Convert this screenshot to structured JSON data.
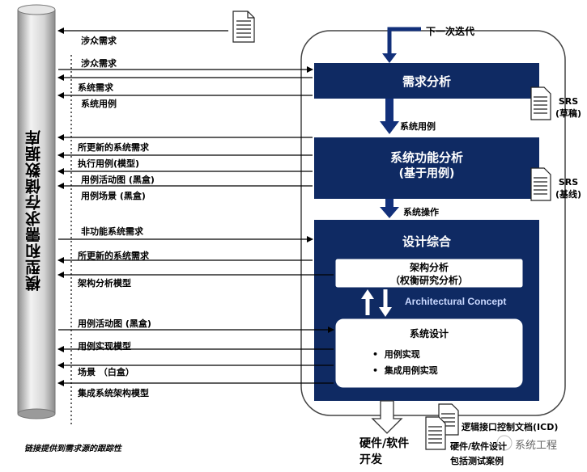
{
  "database": {
    "title": "模型和需求存储数据库"
  },
  "top_doc_label": "涉众需求",
  "iteration_label": "下一次迭代",
  "left_labels": [
    "涉众需求",
    "系统需求",
    "系统用例",
    "所更新的系统需求",
    "执行用例(模型)",
    "用例活动图 (黑盒)",
    "用例场景 (黑盒)",
    "非功能系统需求",
    "所更新的系统需求",
    "架构分析模型",
    "用例活动图 (黑盒)",
    "用例实现模型",
    "场景 （白盒）",
    "集成系统架构模型"
  ],
  "boxes": {
    "req_analysis": "需求分析",
    "sys_func_line1": "系统功能分析",
    "sys_func_line2": "(基于用例)",
    "design": "设计综合",
    "arch_line1": "架构分析",
    "arch_line2": "（权衡研究分析）",
    "arch_concept": "Architectural Concept",
    "sys_design": "系统设计",
    "bullet1": "用例实现",
    "bullet2": "集成用例实现"
  },
  "flow_labels": {
    "use_case": "系统用例",
    "operation": "系统操作"
  },
  "docs": {
    "srs_draft_1": "SRS",
    "srs_draft_2": "(草稿)",
    "srs_base_1": "SRS",
    "srs_base_2": "(基线)",
    "icd": "逻辑接口控制文档(ICD)",
    "hw_sw_tests_1": "硬件/软件设计",
    "hw_sw_tests_2": "包括测试案例"
  },
  "output_line1": "硬件/软件",
  "output_line2": "开发",
  "footnote": "链接提供到需求源的跟踪性",
  "watermark": "系统工程",
  "colors": {
    "navy": "#0f2a63",
    "blue_arrow": "#12307a"
  }
}
